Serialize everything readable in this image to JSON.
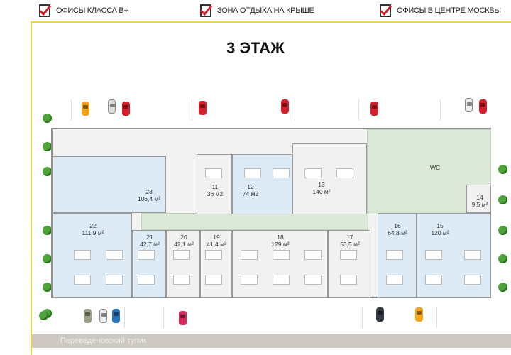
{
  "header": {
    "features": [
      {
        "icon": "checkbox-checked-icon",
        "label": "ОФИСЫ КЛАССА B+"
      },
      {
        "icon": "checkbox-checked-icon",
        "label": "ЗОНА ОТДЫХА НА КРЫШЕ"
      },
      {
        "icon": "checkbox-checked-icon",
        "label": "ОФИСЫ В ЦЕНТРЕ МОСКВЫ"
      }
    ]
  },
  "title": "3 ЭТАЖ",
  "rooms": [
    {
      "number": "11",
      "area": "36 м2"
    },
    {
      "number": "12",
      "area": "74 м2"
    },
    {
      "number": "13",
      "area": "140 м²"
    },
    {
      "number": "14",
      "area": "9,5 м²"
    },
    {
      "number": "15",
      "area": "120 м²"
    },
    {
      "number": "16",
      "area": "64,8 м²"
    },
    {
      "number": "17",
      "area": "53,5 м²"
    },
    {
      "number": "18",
      "area": "129 м²"
    },
    {
      "number": "19",
      "area": "41,4 м²"
    },
    {
      "number": "20",
      "area": "42,1 м²"
    },
    {
      "number": "21",
      "area": "42,7 м²"
    },
    {
      "number": "22",
      "area": "111,9 м²"
    },
    {
      "number": "23",
      "area": "106,4 м²"
    }
  ],
  "wc_label": "WC",
  "street": "Переведеновский тупик",
  "colors": {
    "frame": "#f1d43b",
    "office_available": "#dcebf6",
    "office_other": "#f1f1f1",
    "common_area": "#dce9d8",
    "check": "#d21d25"
  }
}
